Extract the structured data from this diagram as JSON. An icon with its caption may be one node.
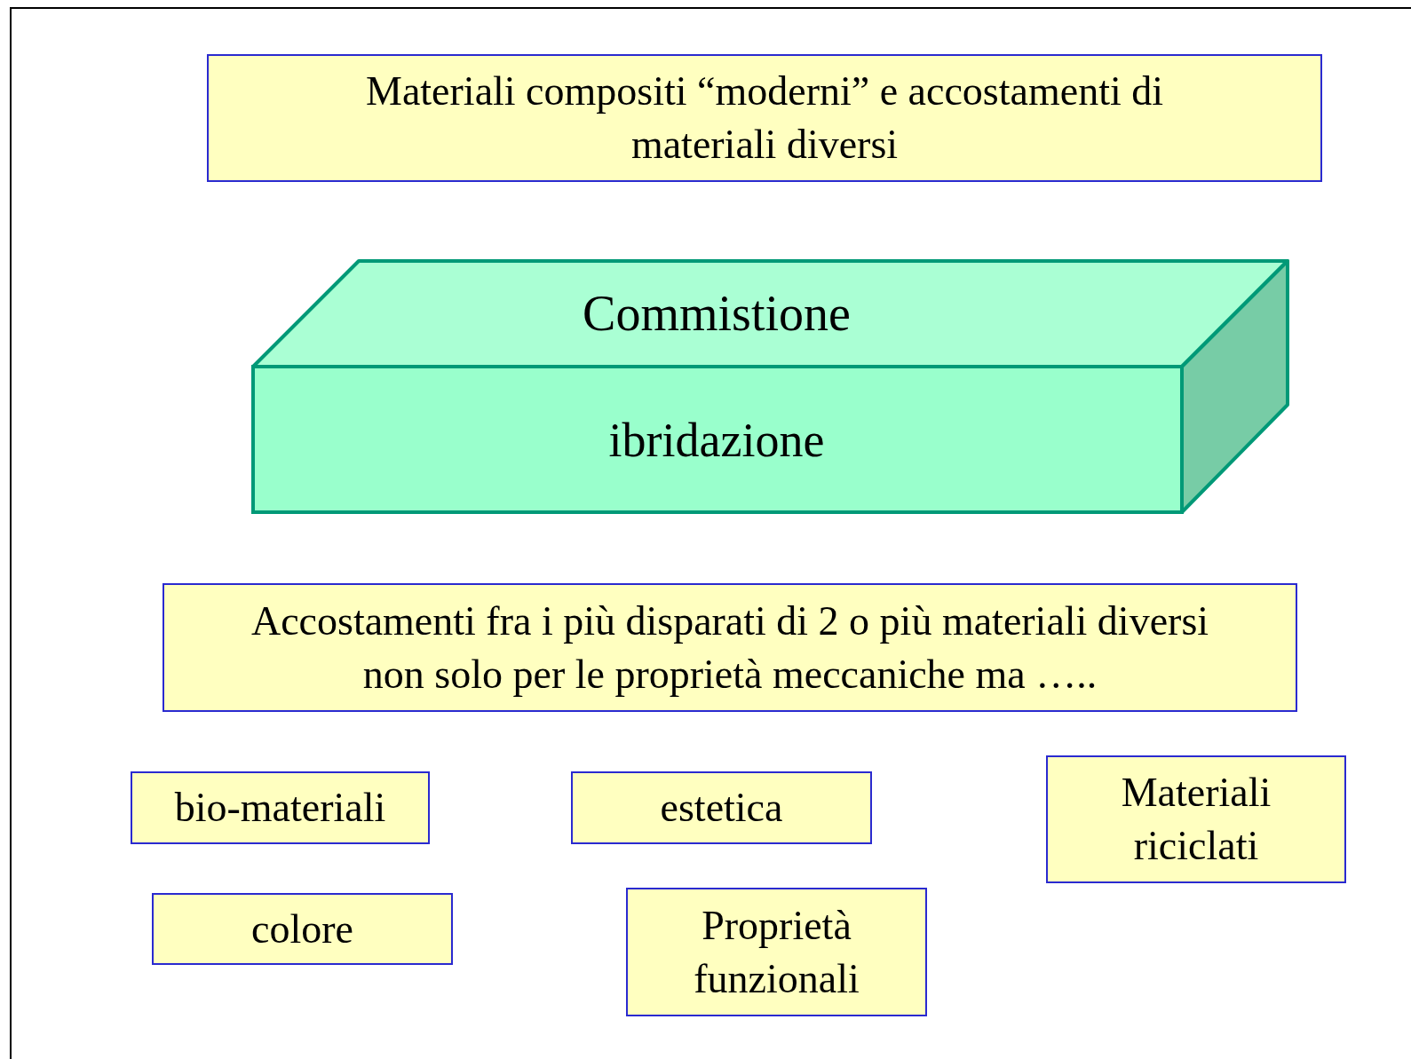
{
  "diagram": {
    "nodes": [
      {
        "text": [
          "Materiali compositi “moderni” e accostamenti di materiali diversi"
        ]
      },
      {
        "text": [
          "Commistione",
          "ibridazione"
        ]
      },
      {
        "text": [
          "Accostamenti fra i più disparati di 2 o più materiali diversi non solo per le proprietà meccaniche ma ….."
        ]
      },
      {
        "text": [
          "bio-materiali"
        ]
      },
      {
        "text": [
          "estetica"
        ]
      },
      {
        "text": [
          "Materiali riciclati"
        ]
      },
      {
        "text": [
          "colore"
        ]
      },
      {
        "text": [
          "Proprietà funzionali"
        ]
      }
    ]
  }
}
